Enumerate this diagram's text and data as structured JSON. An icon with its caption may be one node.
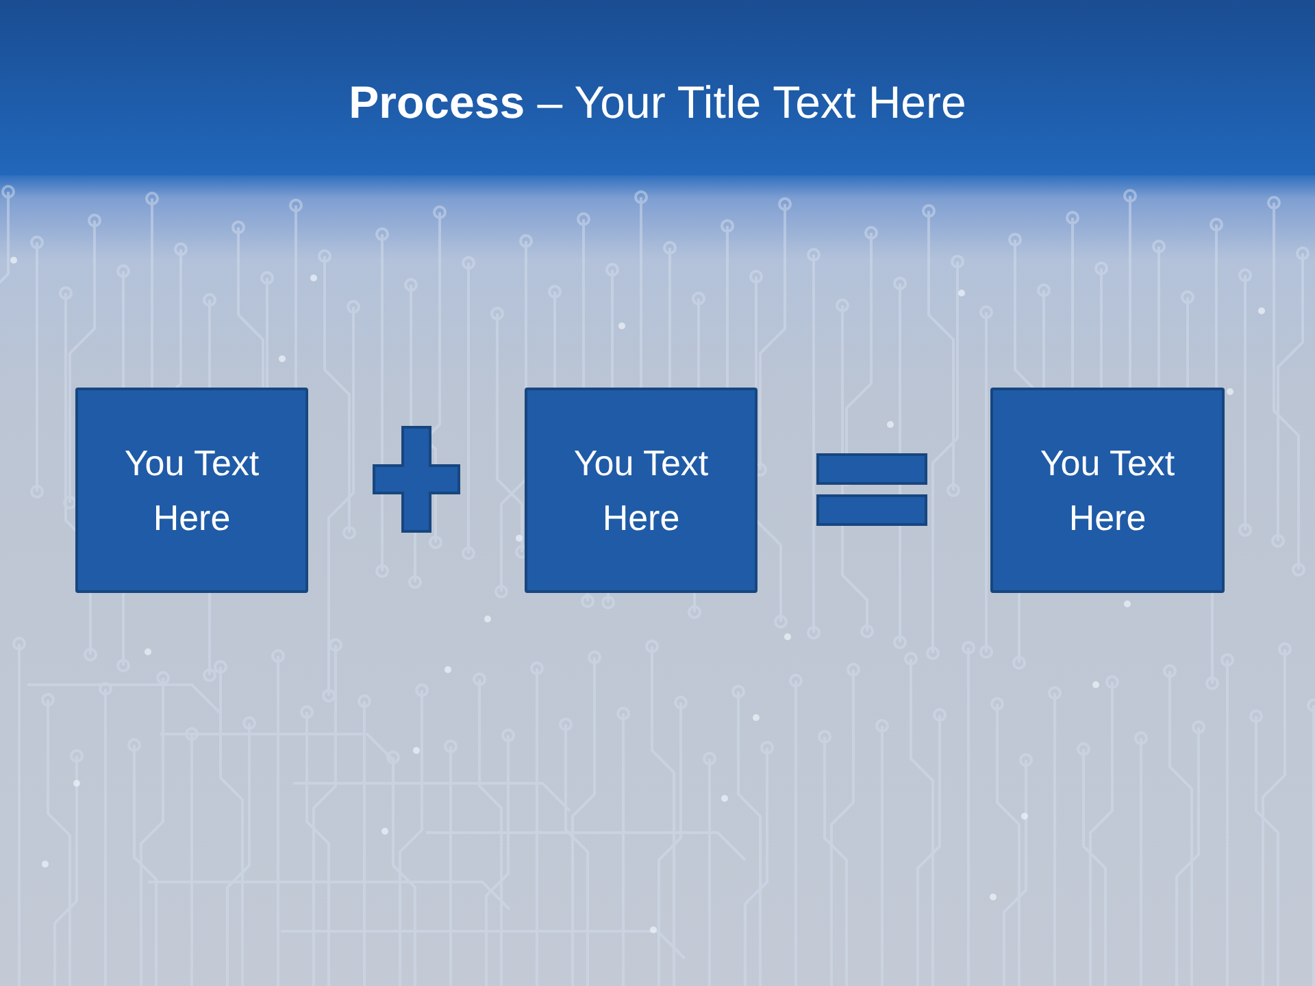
{
  "diagram": {
    "title": "**Process** – Your Title Text Here",
    "nodes": [
      {
        "text": [
          "You Text Here"
        ]
      },
      {
        "text": [
          "You Text Here"
        ]
      },
      {
        "text": [
          "You Text Here"
        ]
      }
    ]
  }
}
